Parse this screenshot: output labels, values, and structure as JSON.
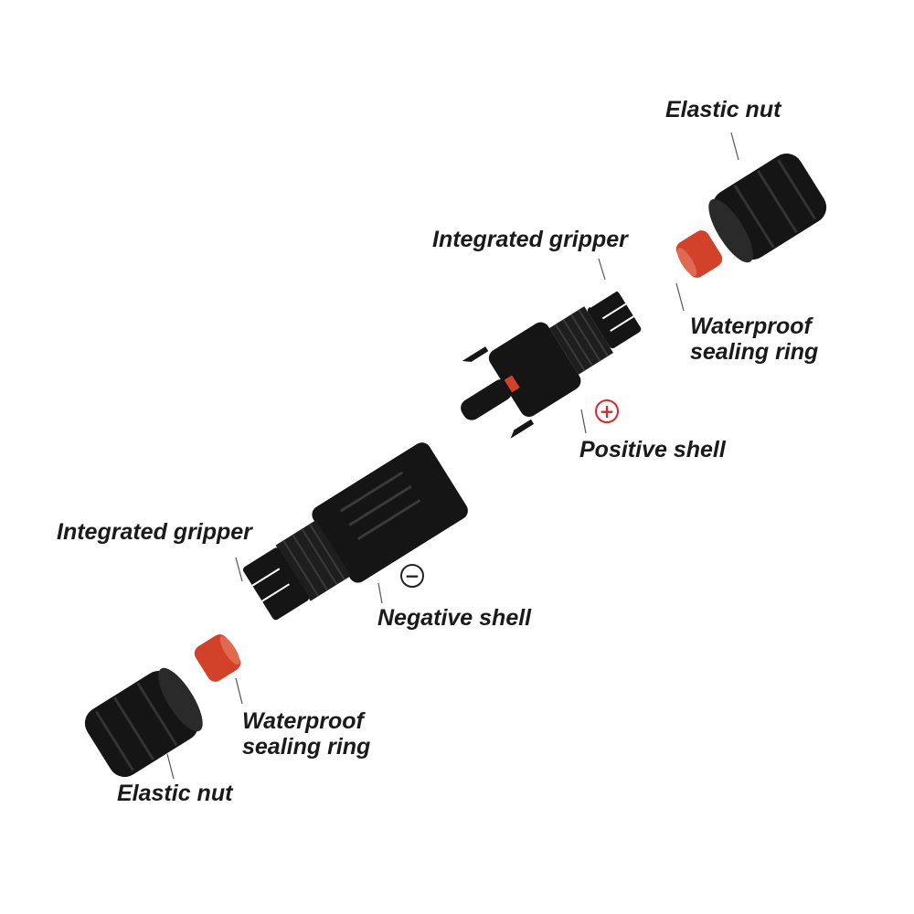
{
  "labels": {
    "elastic_nut_top": "Elastic nut",
    "gripper_top": "Integrated gripper",
    "ring_top_1": "Waterproof",
    "ring_top_2": "sealing ring",
    "positive_shell": "Positive shell",
    "gripper_bottom": "Integrated gripper",
    "negative_shell": "Negative shell",
    "ring_bottom_1": "Waterproof",
    "ring_bottom_2": "sealing ring",
    "elastic_nut_bottom": "Elastic nut"
  },
  "signs": {
    "positive": "+",
    "negative": "−"
  },
  "colors": {
    "plastic": "#151515",
    "ring": "#d2412a",
    "positive": "#d42a2a",
    "negative": "#222222",
    "leader": "#555555"
  }
}
